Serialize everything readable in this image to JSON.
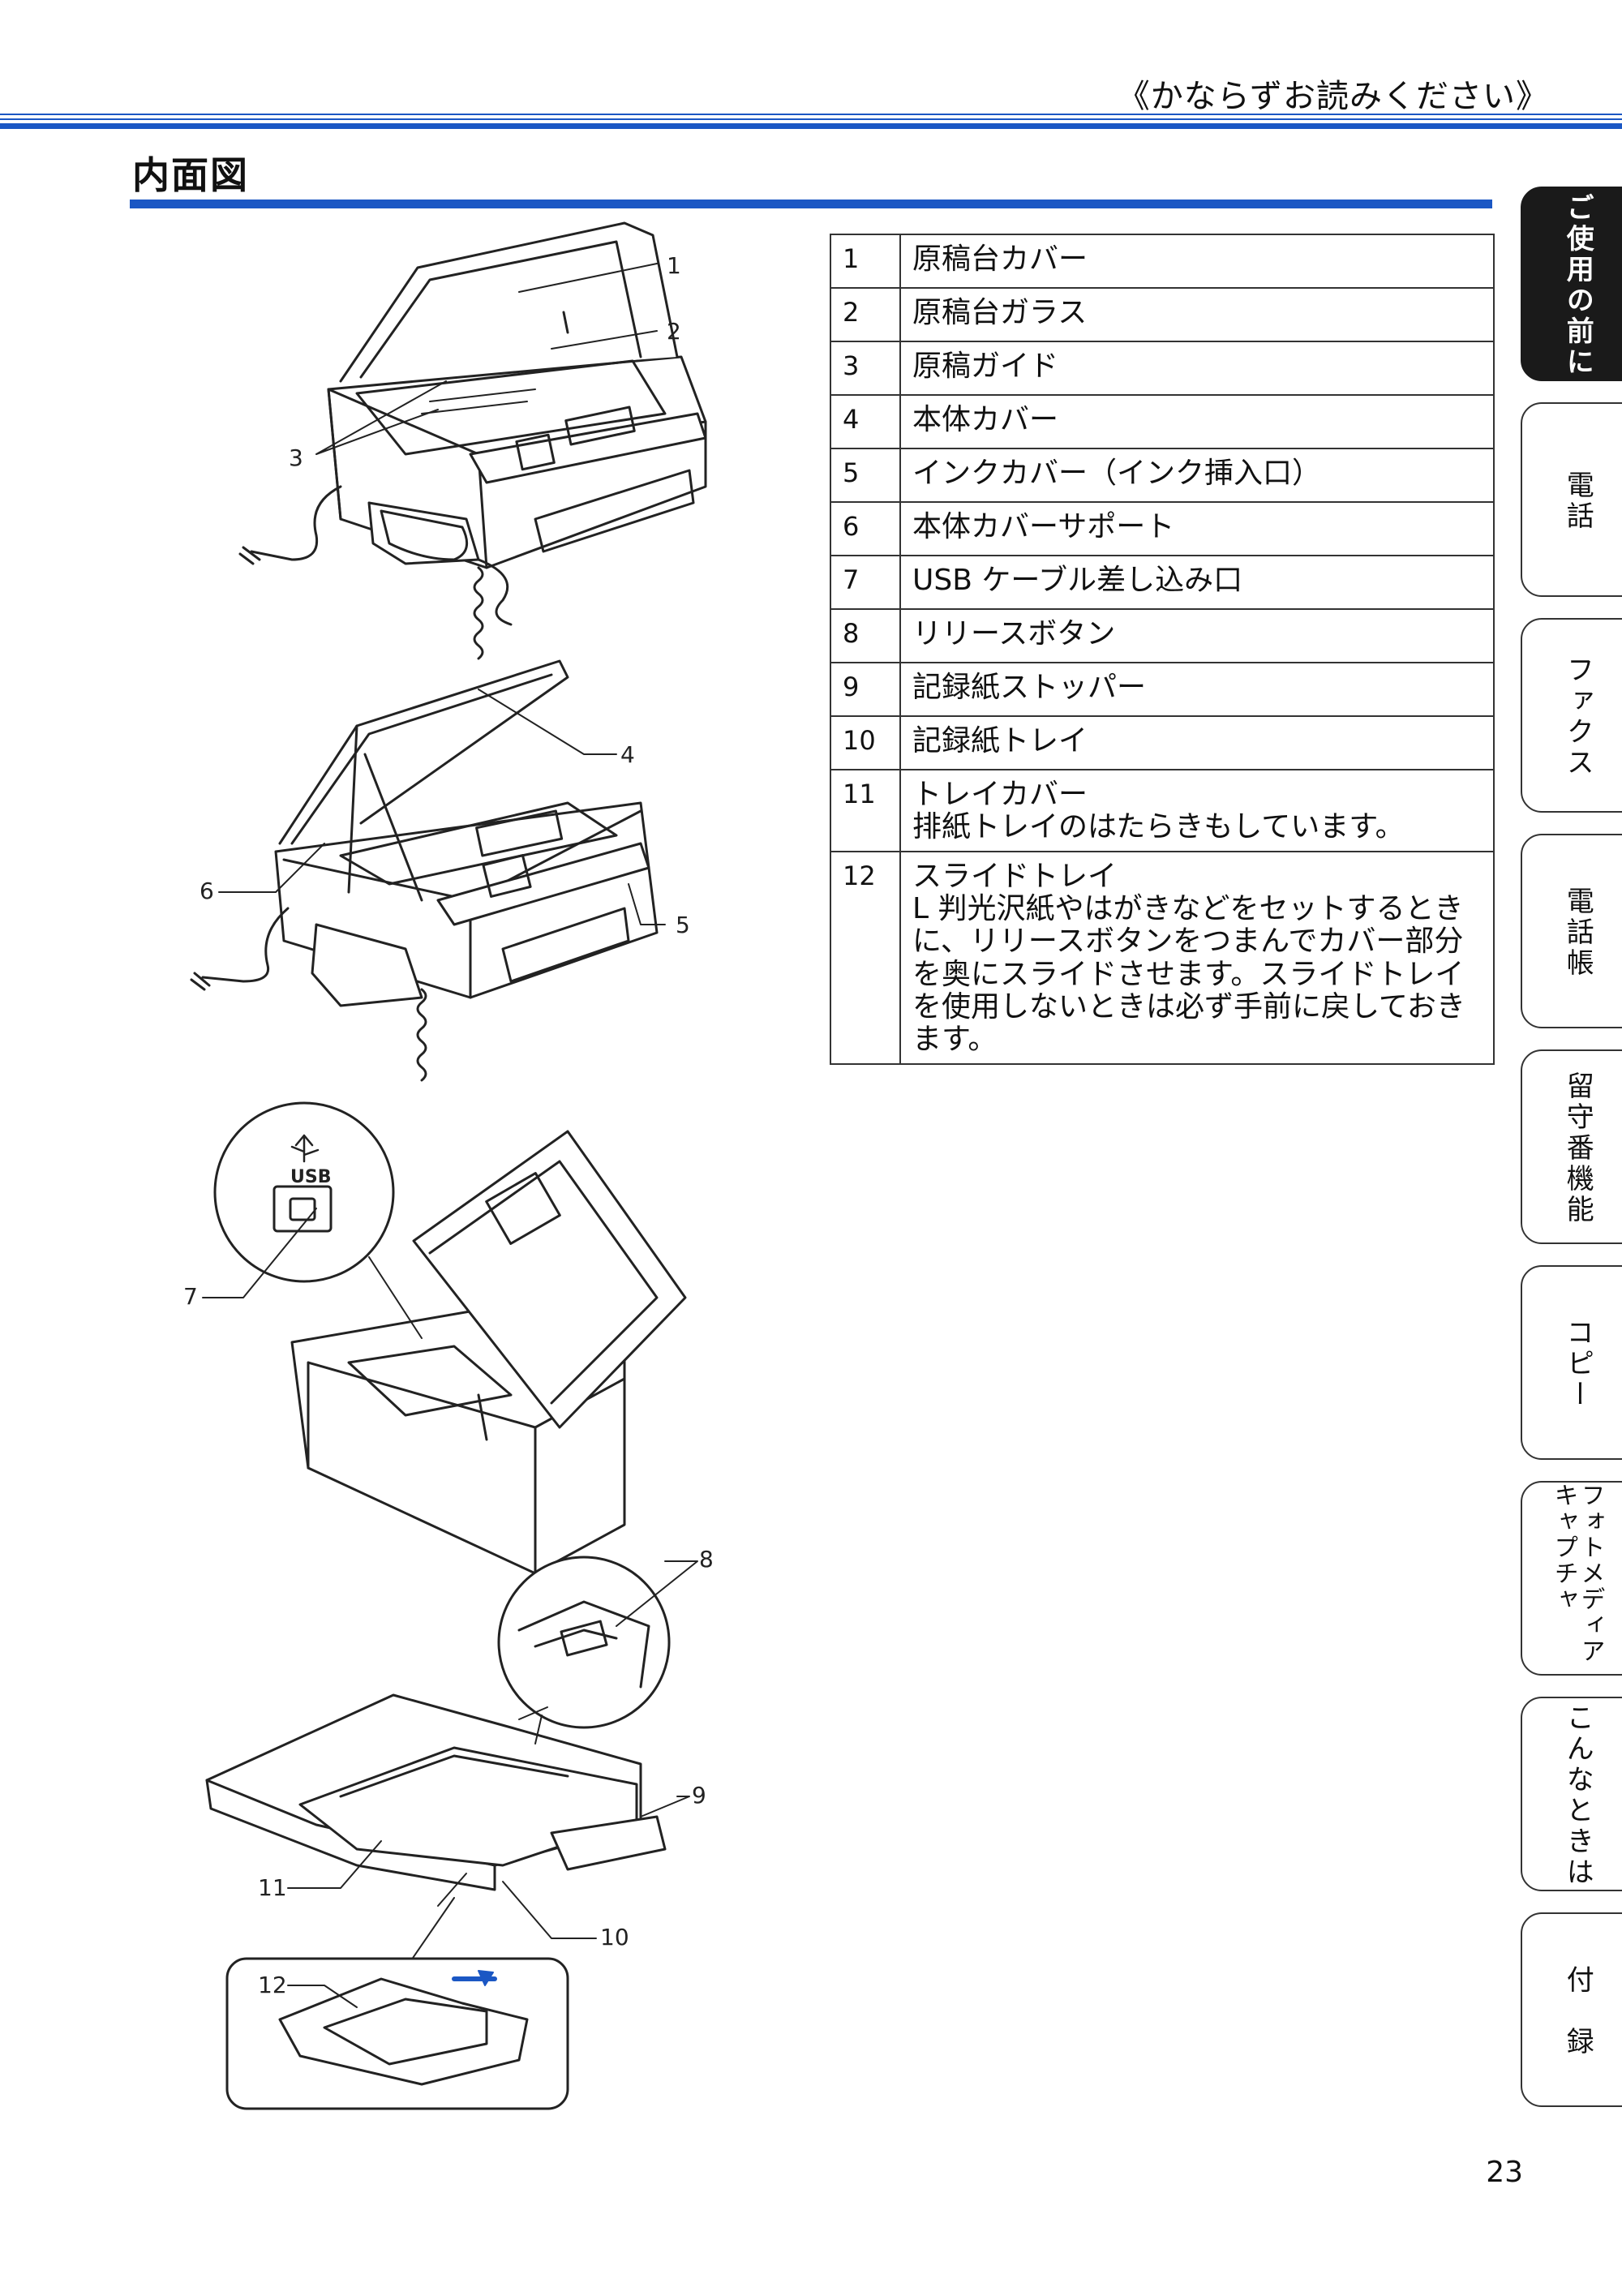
{
  "header": {
    "note": "《かならずお読みください》"
  },
  "section": {
    "title": "内面図"
  },
  "parts": [
    {
      "num": "1",
      "name": "原稿台カバー"
    },
    {
      "num": "2",
      "name": "原稿台ガラス"
    },
    {
      "num": "3",
      "name": "原稿ガイド"
    },
    {
      "num": "4",
      "name": "本体カバー"
    },
    {
      "num": "5",
      "name": "インクカバー（インク挿入口）"
    },
    {
      "num": "6",
      "name": "本体カバーサポート"
    },
    {
      "num": "7",
      "name": "USB ケーブル差し込み口"
    },
    {
      "num": "8",
      "name": "リリースボタン"
    },
    {
      "num": "9",
      "name": "記録紙ストッパー"
    },
    {
      "num": "10",
      "name": "記録紙トレイ"
    },
    {
      "num": "11",
      "name": "トレイカバー",
      "note": "排紙トレイのはたらきもしています。"
    },
    {
      "num": "12",
      "name": "スライドトレイ",
      "note": "L 判光沢紙やはがきなどをセットするときに、リリースボタンをつまんでカバー部分を奥にスライドさせます。スライドトレイを使用しないときは必ず手前に戻しておきます。"
    }
  ],
  "callouts": [
    "1",
    "2",
    "3",
    "4",
    "5",
    "6",
    "7",
    "8",
    "9",
    "10",
    "11",
    "12"
  ],
  "usb_label": "USB",
  "tabs": [
    {
      "label": "ご使用の前に",
      "active": true
    },
    {
      "label": "電話",
      "active": false
    },
    {
      "label": "ファクス",
      "active": false
    },
    {
      "label": "電話帳",
      "active": false
    },
    {
      "label": "留守番機能",
      "active": false
    },
    {
      "label": "コピー",
      "active": false
    },
    {
      "label": "フォトメディアキャプチャ",
      "active": false
    },
    {
      "label": "こんなときは",
      "active": false
    },
    {
      "label": "付　録",
      "active": false
    }
  ],
  "page_number": "23",
  "colors": {
    "accent": "#1b57c4",
    "tab_active": "#1a1a1a"
  }
}
